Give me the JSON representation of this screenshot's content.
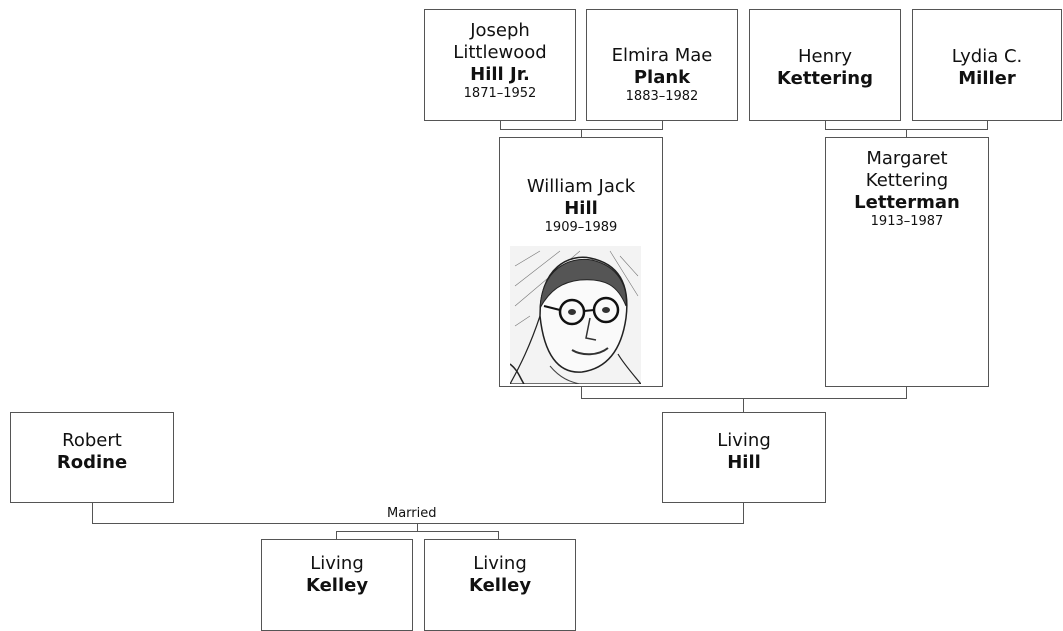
{
  "persons": {
    "joseph": {
      "given1": "Joseph",
      "given2": "Littlewood",
      "surname": "Hill Jr.",
      "dates": "1871–1952"
    },
    "elmira": {
      "given": "Elmira Mae",
      "surname": "Plank",
      "dates": "1883–1982"
    },
    "henry": {
      "given": "Henry",
      "surname": "Kettering"
    },
    "lydia": {
      "given": "Lydia C.",
      "surname": "Miller"
    },
    "william": {
      "given": "William Jack",
      "surname": "Hill",
      "dates": "1909–1989"
    },
    "margaret": {
      "given1": "Margaret",
      "given2": "Kettering",
      "surname": "Letterman",
      "dates": "1913–1987"
    },
    "robert": {
      "given": "Robert",
      "surname": "Rodine"
    },
    "living_hill": {
      "given": "Living",
      "surname": "Hill"
    },
    "child1": {
      "given": "Living",
      "surname": "Kelley"
    },
    "child2": {
      "given": "Living",
      "surname": "Kelley"
    }
  },
  "relations": {
    "married_label": "Married"
  },
  "colors": {
    "line": "#555555",
    "box_border": "#555555",
    "background": "#ffffff"
  }
}
